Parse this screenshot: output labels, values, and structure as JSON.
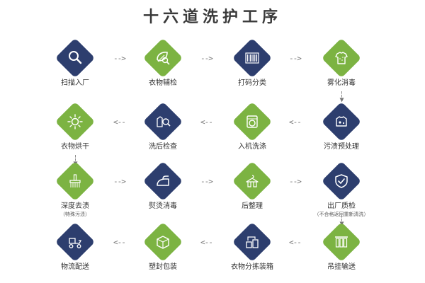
{
  "title": "十六道洗护工序",
  "colors": {
    "navy": "#2d3e6e",
    "green": "#7cb342",
    "icon_on_dark": "#ffffff"
  },
  "steps": [
    {
      "label": "扫描入厂",
      "icon": "magnifier-icon",
      "color": "navy"
    },
    {
      "label": "衣物辅检",
      "icon": "leaf-magnifier-icon",
      "color": "green"
    },
    {
      "label": "打码分类",
      "icon": "barcode-icon",
      "color": "navy"
    },
    {
      "label": "雾化消毒",
      "icon": "spray-shirt-icon",
      "color": "green"
    },
    {
      "label": "污渍预处理",
      "icon": "stain-shirt-icon",
      "color": "navy"
    },
    {
      "label": "入机洗涤",
      "icon": "washing-machine-icon",
      "color": "green"
    },
    {
      "label": "洗后检查",
      "icon": "shirt-check-icon",
      "color": "navy"
    },
    {
      "label": "衣物烘干",
      "icon": "sun-icon",
      "color": "green"
    },
    {
      "label": "深度去渍",
      "sub": "（特殊污渍）",
      "icon": "brush-icon",
      "color": "green"
    },
    {
      "label": "熨烫消毒",
      "icon": "iron-icon",
      "color": "navy"
    },
    {
      "label": "后整理",
      "icon": "hanger-clothes-icon",
      "color": "green"
    },
    {
      "label": "出厂质检",
      "sub": "（不合格返回重新清洗）",
      "icon": "shield-check-icon",
      "color": "navy"
    },
    {
      "label": "吊挂输送",
      "icon": "garment-rack-icon",
      "color": "green"
    },
    {
      "label": "衣物分拣装箱",
      "icon": "sorting-icon",
      "color": "navy"
    },
    {
      "label": "塑封包装",
      "icon": "package-icon",
      "color": "green"
    },
    {
      "label": "物流配送",
      "icon": "delivery-scooter-icon",
      "color": "navy"
    }
  ]
}
